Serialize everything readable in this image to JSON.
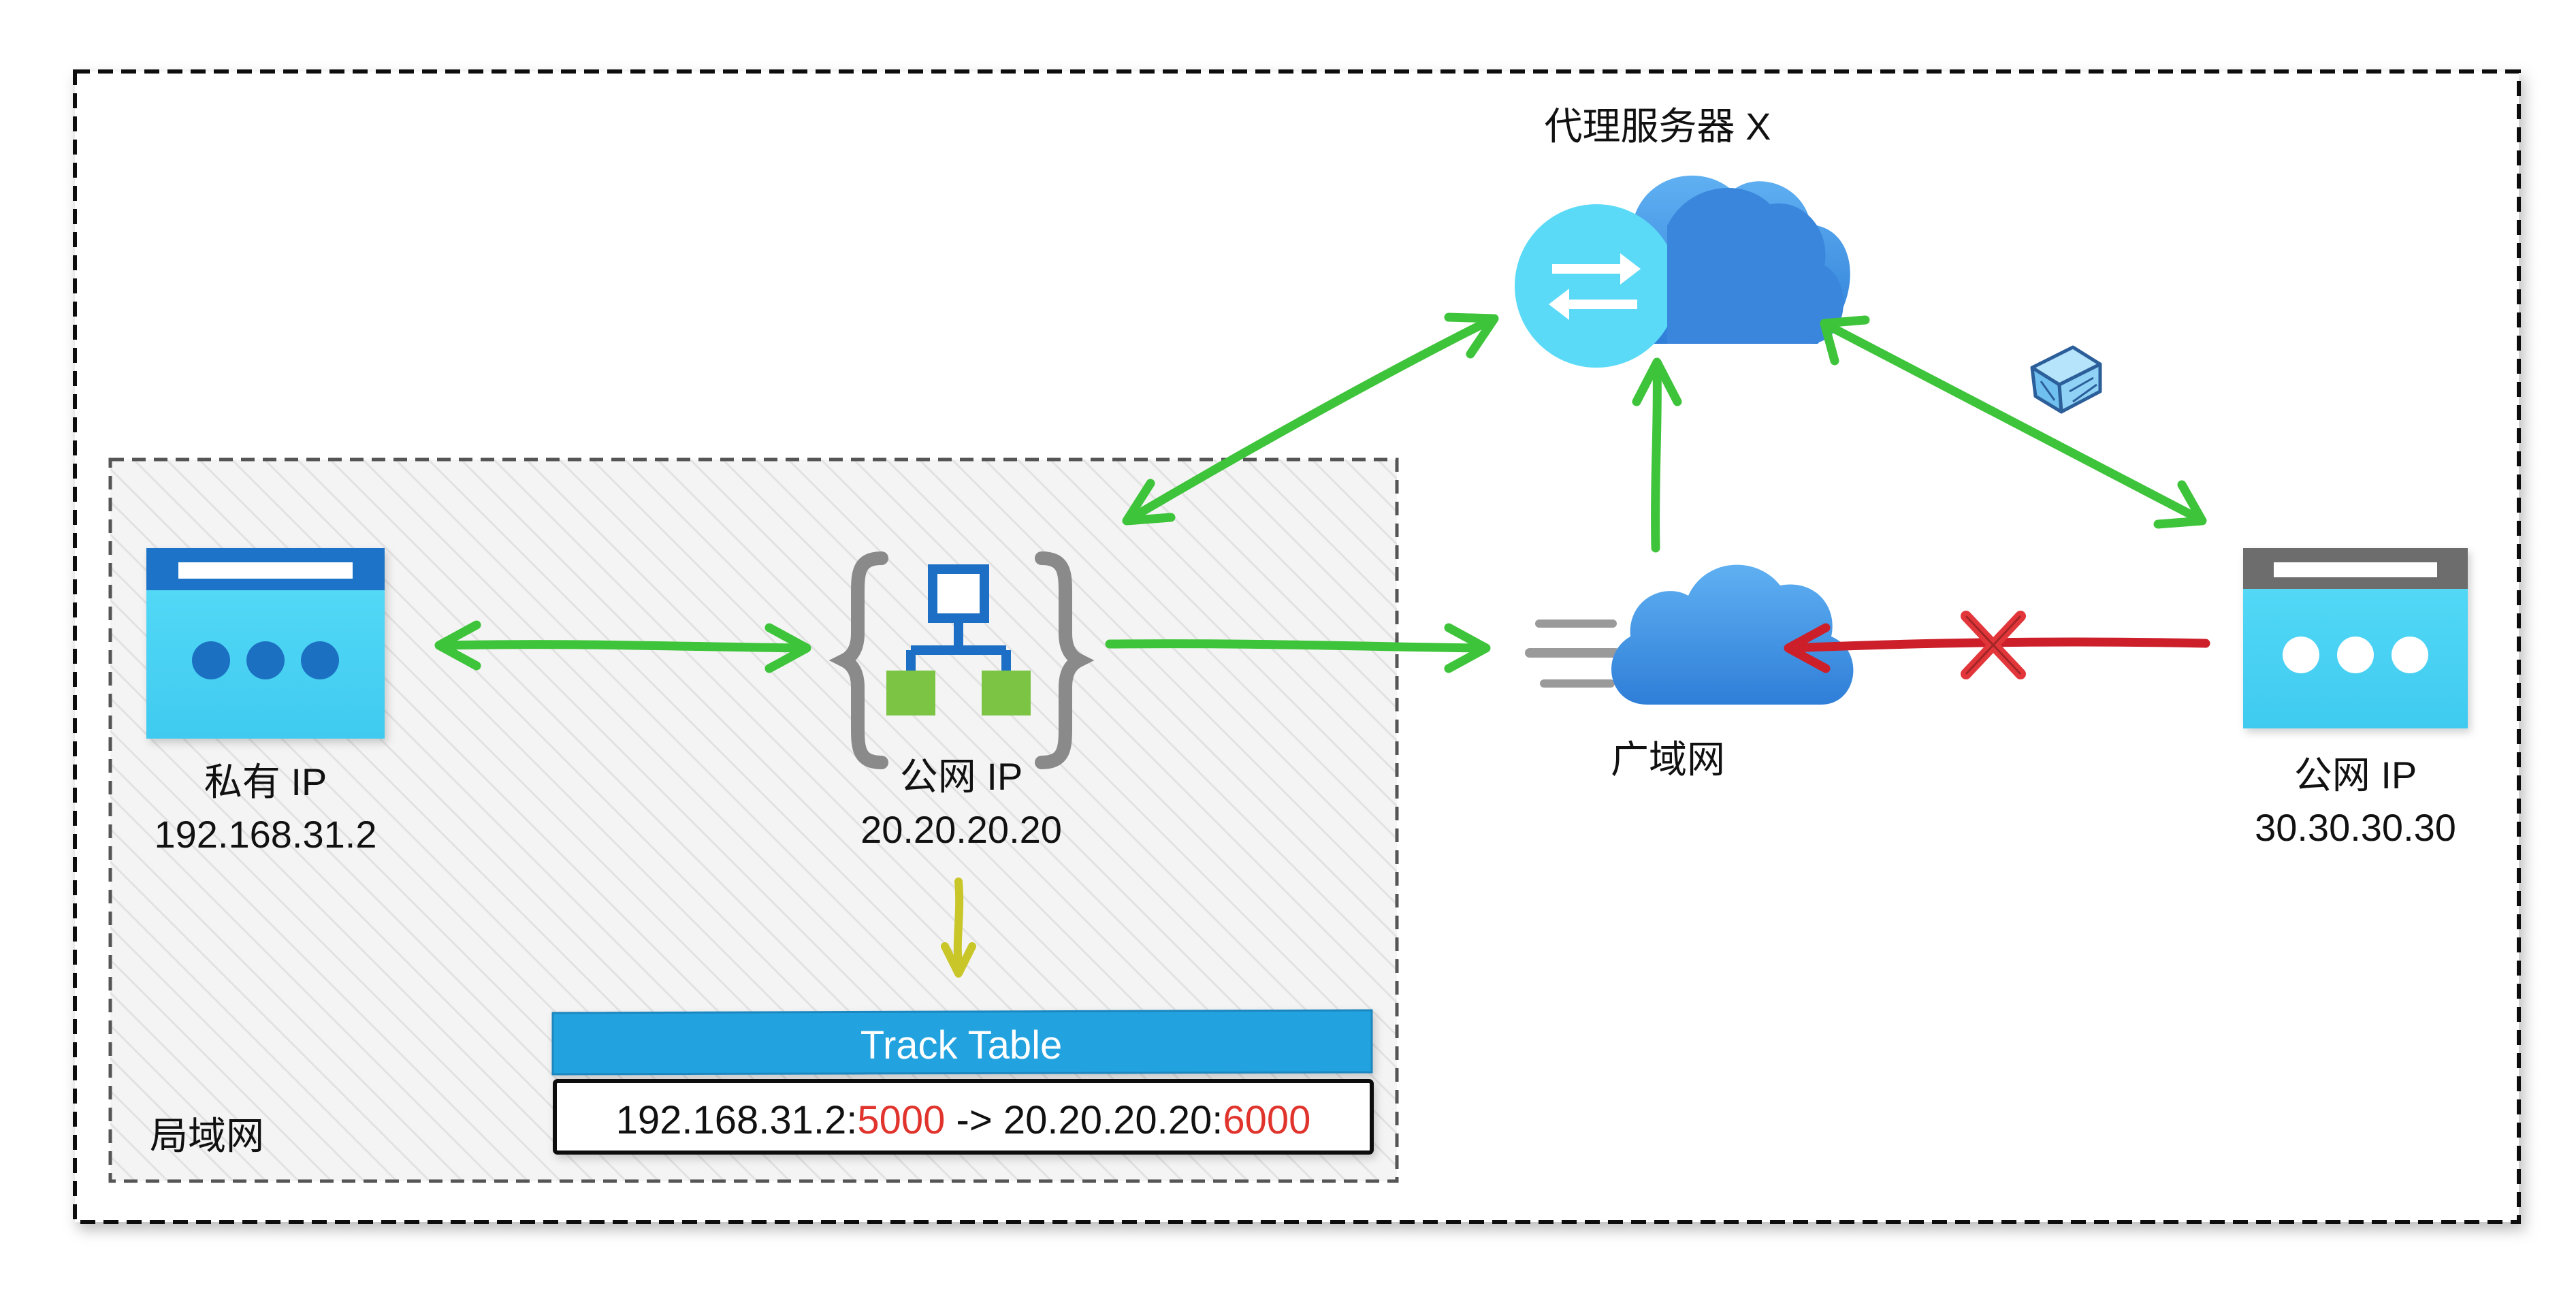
{
  "labels": {
    "proxy_server": "代理服务器 X",
    "private_ip_label": "私有 IP",
    "private_ip_value": "192.168.31.2",
    "nat_public_ip_label": "公网 IP",
    "nat_public_ip_value": "20.20.20.20",
    "wan": "广域网",
    "remote_public_ip_label": "公网 IP",
    "remote_public_ip_value": "30.30.30.30",
    "lan": "局域网"
  },
  "track_table": {
    "title": "Track Table",
    "entry": {
      "src_ip": "192.168.31.2",
      "sep1": ":",
      "src_port": "5000",
      "arrow": " -> ",
      "dst_ip": "20.20.20.20",
      "sep2": ":",
      "dst_port": "6000"
    }
  },
  "colors": {
    "green_arrow": "#3ec43a",
    "red_arrow": "#cc1f2a",
    "yellow_arrow": "#c9c62a",
    "cloud_blue": "#3f8fe0",
    "host_cyan": "#4fd4f4",
    "host_header_blue": "#1c73c8",
    "remote_header_gray": "#6d6d6d",
    "table_header": "#22a3e0",
    "port_red": "#e0342d",
    "blocked_x": "#e2363a"
  },
  "icons": {
    "private_host": "application-window-icon",
    "nat_gateway": "network-topology-icon",
    "proxy": "cloud-exchange-icon",
    "wan": "fast-cloud-icon",
    "remote_host": "application-window-icon",
    "packet": "cube-icon",
    "blocked": "x-mark-icon"
  }
}
